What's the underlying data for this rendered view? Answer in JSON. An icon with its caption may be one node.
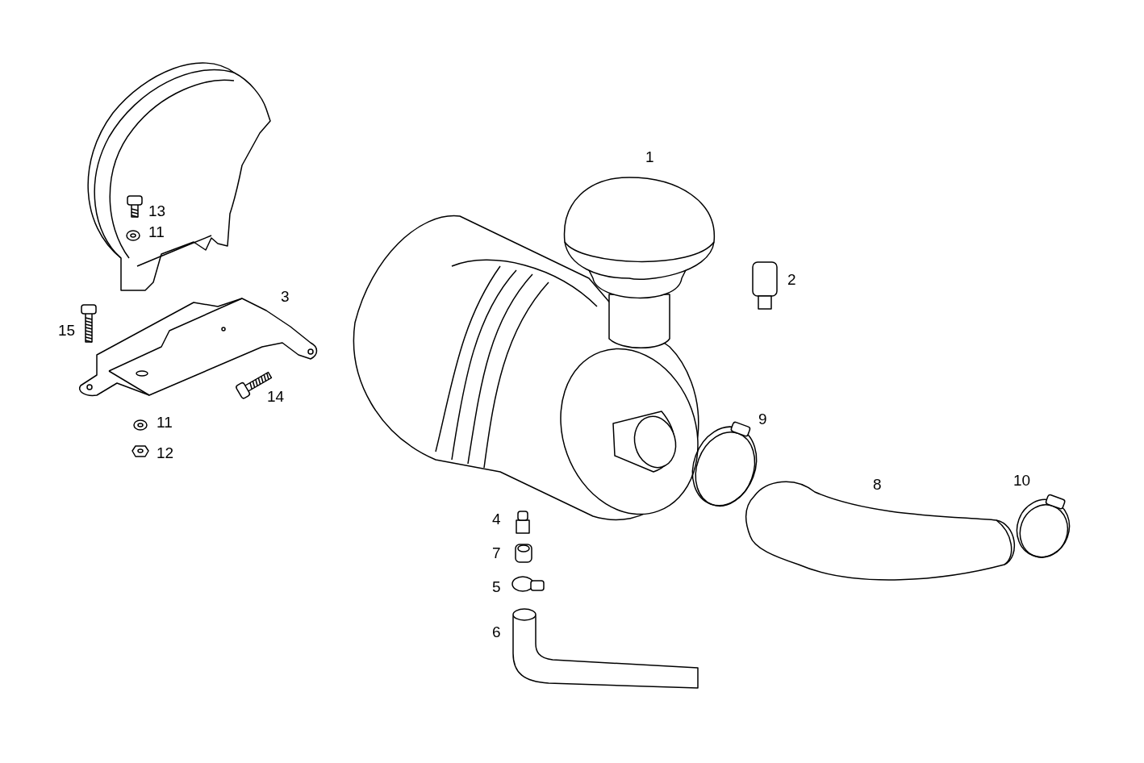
{
  "diagram": {
    "labels": [
      "1",
      "13",
      "11",
      "2",
      "3",
      "15",
      "14",
      "9",
      "11",
      "12",
      "8",
      "10",
      "4",
      "7",
      "5",
      "6"
    ]
  }
}
